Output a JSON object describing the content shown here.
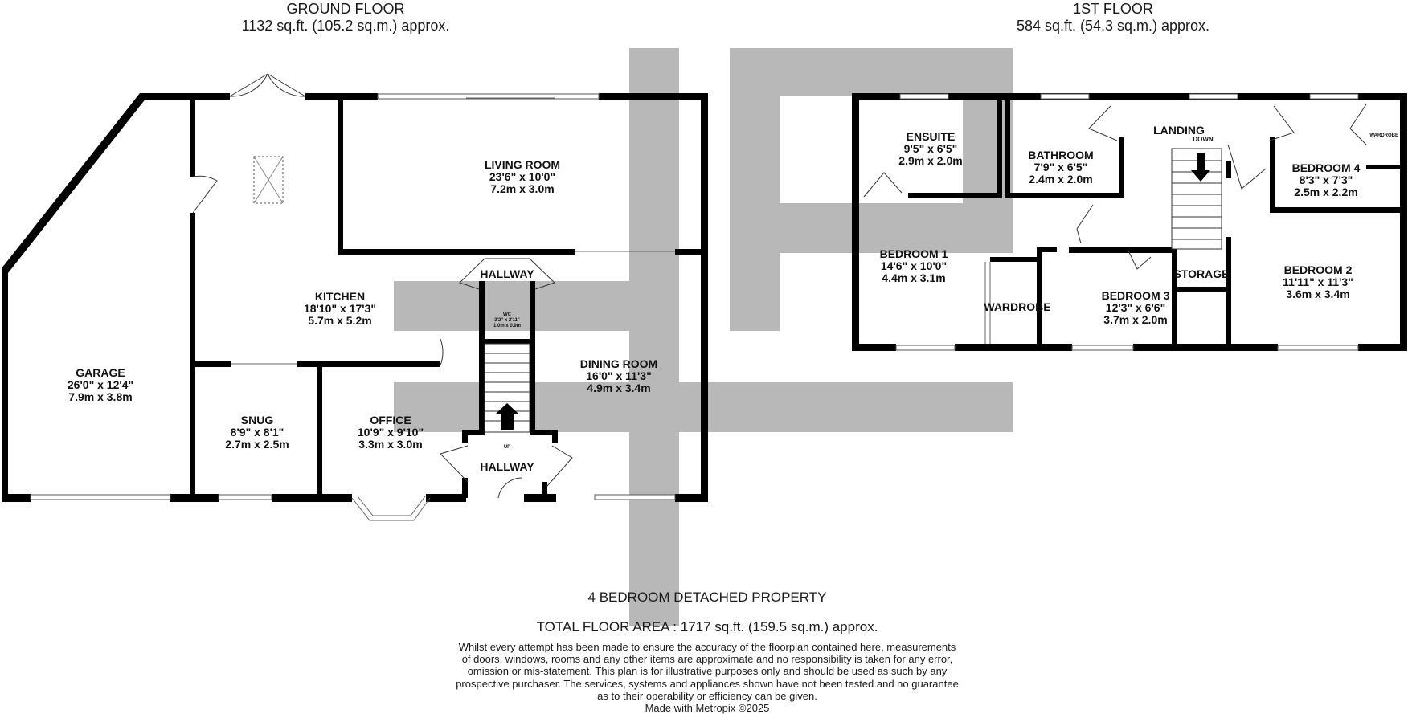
{
  "ground_floor": {
    "title": "GROUND FLOOR",
    "area": "1132 sq.ft. (105.2 sq.m.) approx."
  },
  "first_floor": {
    "title": "1ST FLOOR",
    "area": "584 sq.ft. (54.3 sq.m.) approx."
  },
  "rooms": {
    "living": {
      "name": "LIVING ROOM",
      "dims": [
        "23'6\" x 10'0\"",
        "7.2m x 3.0m"
      ]
    },
    "kitchen": {
      "name": "KITCHEN",
      "dims": [
        "18'10\" x 17'3\"",
        "5.7m x 5.2m"
      ]
    },
    "garage": {
      "name": "GARAGE",
      "dims": [
        "26'0\" x 12'4\"",
        "7.9m x 3.8m"
      ]
    },
    "snug": {
      "name": "SNUG",
      "dims": [
        "8'9\" x 8'1\"",
        "2.7m x 2.5m"
      ]
    },
    "office": {
      "name": "OFFICE",
      "dims": [
        "10'9\" x 9'10\"",
        "3.3m x 3.0m"
      ]
    },
    "dining": {
      "name": "DINING ROOM",
      "dims": [
        "16'0\" x 11'3\"",
        "4.9m x 3.4m"
      ]
    },
    "hallway_top": {
      "name": "HALLWAY"
    },
    "hallway": {
      "name": "HALLWAY"
    },
    "wc": {
      "name": "WC",
      "dims": [
        "3'2\" x 2'11\"",
        "1.0m x 0.9m"
      ]
    },
    "ensuite": {
      "name": "ENSUITE",
      "dims": [
        "9'5\" x 6'5\"",
        "2.9m x 2.0m"
      ]
    },
    "bathroom": {
      "name": "BATHROOM",
      "dims": [
        "7'9\" x 6'5\"",
        "2.4m x 2.0m"
      ]
    },
    "landing": {
      "name": "LANDING"
    },
    "bedroom4": {
      "name": "BEDROOM 4",
      "dims": [
        "8'3\" x 7'3\"",
        "2.5m x 2.2m"
      ]
    },
    "bedroom1": {
      "name": "BEDROOM 1",
      "dims": [
        "14'6\" x 10'0\"",
        "4.4m x 3.1m"
      ]
    },
    "bedroom3": {
      "name": "BEDROOM 3",
      "dims": [
        "12'3\" x 6'6\"",
        "3.7m x 2.0m"
      ]
    },
    "bedroom2": {
      "name": "BEDROOM 2",
      "dims": [
        "11'11\" x 11'3\"",
        "3.6m x 3.4m"
      ]
    },
    "storage": {
      "name": "STORAGE"
    },
    "wardrobe": {
      "name": "WARDROBE"
    },
    "wardrobe_small": {
      "name": "WARDROBE"
    }
  },
  "stairs": {
    "up": "UP",
    "down": "DOWN"
  },
  "footer": {
    "property": "4 BEDROOM DETACHED PROPERTY",
    "total": "TOTAL FLOOR AREA : 1717 sq.ft. (159.5 sq.m.) approx.",
    "disclaimer": [
      "Whilst every attempt has been made to ensure the accuracy of the floorplan contained here, measurements",
      "of doors, windows, rooms and any other items are approximate and no responsibility is taken for any error,",
      "omission or mis-statement. This plan is for illustrative purposes only and should be used as such by any",
      "prospective purchaser. The services, systems and appliances shown have not been tested and no guarantee",
      "as to their operability or efficiency can be given."
    ],
    "made_with": "Made with Metropix ©2025"
  }
}
